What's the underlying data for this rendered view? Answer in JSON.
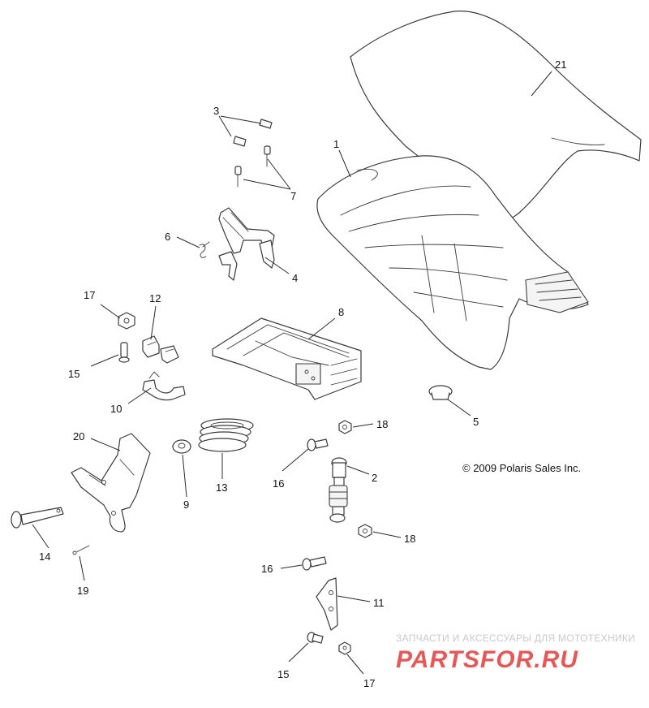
{
  "callouts": [
    {
      "id": "c21",
      "text": "21"
    },
    {
      "id": "c1",
      "text": "1"
    },
    {
      "id": "c3",
      "text": "3"
    },
    {
      "id": "c7",
      "text": "7"
    },
    {
      "id": "c6",
      "text": "6"
    },
    {
      "id": "c4",
      "text": "4"
    },
    {
      "id": "c17a",
      "text": "17"
    },
    {
      "id": "c12",
      "text": "12"
    },
    {
      "id": "c8",
      "text": "8"
    },
    {
      "id": "c15a",
      "text": "15"
    },
    {
      "id": "c10",
      "text": "10"
    },
    {
      "id": "c5",
      "text": "5"
    },
    {
      "id": "c20",
      "text": "20"
    },
    {
      "id": "c18a",
      "text": "18"
    },
    {
      "id": "c2",
      "text": "2"
    },
    {
      "id": "c16a",
      "text": "16"
    },
    {
      "id": "c13",
      "text": "13"
    },
    {
      "id": "c9",
      "text": "9"
    },
    {
      "id": "c14",
      "text": "14"
    },
    {
      "id": "c18b",
      "text": "18"
    },
    {
      "id": "c19",
      "text": "19"
    },
    {
      "id": "c16b",
      "text": "16"
    },
    {
      "id": "c11",
      "text": "11"
    },
    {
      "id": "c15b",
      "text": "15"
    },
    {
      "id": "c17b",
      "text": "17"
    }
  ],
  "copyright": "© 2009 Polaris Sales Inc.",
  "watermark": {
    "tagline": "ЗАПЧАСТИ И АКСЕССУАРЫ ДЛЯ МОТОТЕХНИКИ",
    "logo": "PARTSFOR.RU",
    "logo_color": "#e23b3b"
  },
  "colors": {
    "line": "#3a3a3a",
    "background": "#ffffff"
  }
}
